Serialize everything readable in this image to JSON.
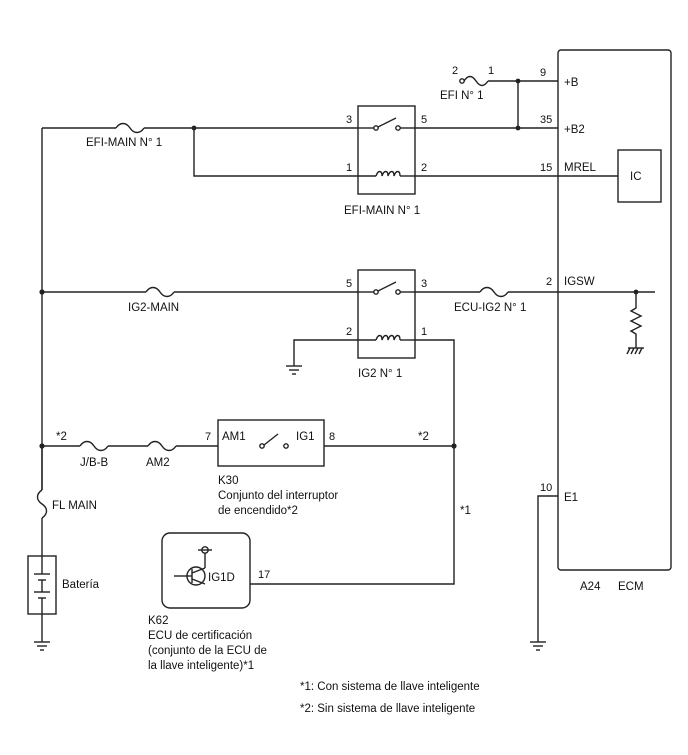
{
  "ecm": {
    "connector": "A24",
    "name": "ECM",
    "ic_label": "IC",
    "pins": [
      {
        "num": "9",
        "label": "+B"
      },
      {
        "num": "35",
        "label": "+B2"
      },
      {
        "num": "15",
        "label": "MREL"
      },
      {
        "num": "2",
        "label": "IGSW"
      },
      {
        "num": "10",
        "label": "E1"
      }
    ]
  },
  "efi_no1_fuse": {
    "label": "EFI N° 1",
    "pin_a": "2",
    "pin_b": "1"
  },
  "efi_main_fuse": {
    "label": "EFI-MAIN N° 1"
  },
  "efi_main_relay": {
    "label": "EFI-MAIN N° 1",
    "pins": [
      "3",
      "5",
      "1",
      "2"
    ]
  },
  "ig2_main_fuse": {
    "label": "IG2-MAIN"
  },
  "ig2_relay": {
    "label": "IG2 N° 1",
    "pins": [
      "5",
      "3",
      "2",
      "1"
    ]
  },
  "ecu_ig2_fuse": {
    "label": "ECU-IG2 N° 1"
  },
  "jb_fuse": {
    "label": "J/B-B"
  },
  "am2_fuse": {
    "label": "AM2"
  },
  "fl_main": {
    "label": "FL MAIN"
  },
  "battery": {
    "label": "Batería"
  },
  "k30": {
    "code": "K30",
    "desc_1": "Conjunto del interruptor",
    "desc_2": "de encendido*2",
    "term_left": "AM1",
    "term_right": "IG1",
    "pin_left": "7",
    "pin_right": "8"
  },
  "k62": {
    "code": "K62",
    "desc_1": "ECU de certificación",
    "desc_2": "(conjunto de la ECU de",
    "desc_3": "la llave inteligente)*1",
    "term": "IG1D",
    "pin": "17"
  },
  "marks": {
    "star2_left": "*2",
    "star2_right": "*2",
    "star1": "*1"
  },
  "notes": {
    "note1": "*1: Con sistema de llave inteligente",
    "note2": "*2: Sin sistema de llave inteligente"
  }
}
